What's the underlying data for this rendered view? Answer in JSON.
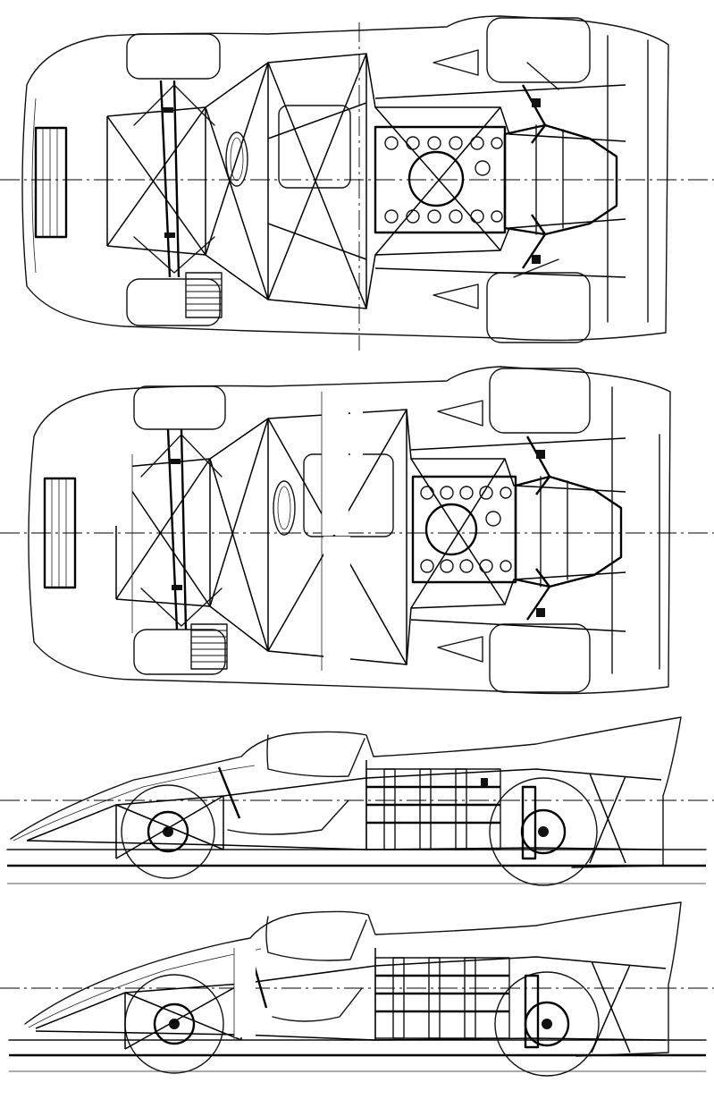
{
  "drawing": {
    "views": [
      {
        "id": "plan-view",
        "kind": "top"
      },
      {
        "id": "plan-view-alternate",
        "kind": "top"
      },
      {
        "id": "side-elevation",
        "kind": "side"
      },
      {
        "id": "side-elevation-alternate",
        "kind": "side"
      }
    ]
  },
  "colors": {
    "ink": "#111111",
    "paper": "#ffffff"
  }
}
